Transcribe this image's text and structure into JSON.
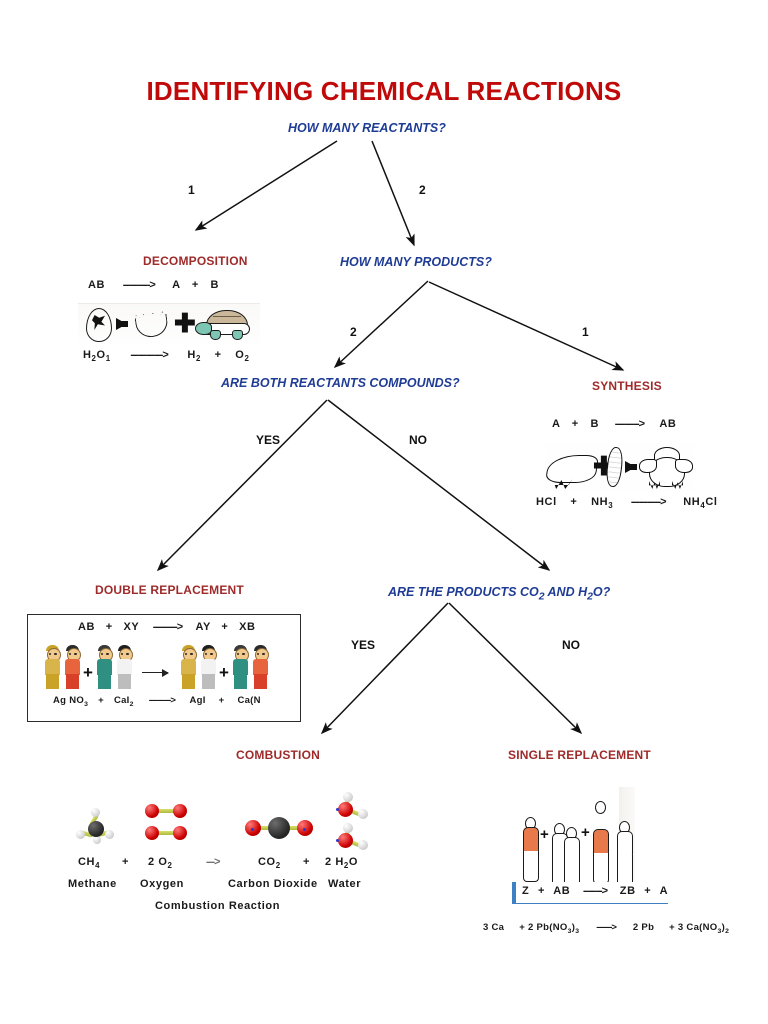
{
  "title": "IDENTIFYING CHEMICAL REACTIONS",
  "theme": {
    "title_color": "#C00A0A",
    "question_color": "#1F3C94",
    "category_color": "#9E2A2A",
    "label_color": "#111111",
    "background": "#FFFFFF"
  },
  "questions": {
    "q1": "HOW MANY REACTANTS?",
    "q2": "HOW MANY PRODUCTS?",
    "q3": "ARE BOTH REACTANTS COMPOUNDS?",
    "q4_pre": "ARE THE PRODUCTS CO",
    "q4_sub1": "2",
    "q4_mid": " AND H",
    "q4_sub2": "2",
    "q4_post": "O?"
  },
  "branch_labels": {
    "reactants_one": "1",
    "reactants_two": "2",
    "products_two": "2",
    "products_one": "1",
    "compounds_yes": "YES",
    "compounds_no": "NO",
    "co2h2o_yes": "YES",
    "co2h2o_no": "NO"
  },
  "categories": {
    "decomposition": "DECOMPOSITION",
    "synthesis": "SYNTHESIS",
    "double_replacement": "DOUBLE REPLACEMENT",
    "combustion": "COMBUSTION",
    "single_replacement": "SINGLE REPLACEMENT"
  },
  "decomposition": {
    "generic": {
      "left": "AB",
      "arrow": "---------->",
      "right_a": "A",
      "plus": "+",
      "right_b": "B"
    },
    "example": {
      "left": "H",
      "left_sub1": "2",
      "left_mid": "O",
      "left_sub2": "1",
      "arrow": "------------>",
      "p1": "H",
      "p1_sub": "2",
      "plus": "+",
      "p2": "O",
      "p2_sub": "2"
    }
  },
  "synthesis": {
    "generic": {
      "a": "A",
      "plus": "+",
      "b": "B",
      "arrow": "--------->",
      "ab": "AB"
    },
    "example": {
      "r1": "HCl",
      "plus": "+",
      "r2": "NH",
      "r2_sub": "3",
      "arrow": "----------->",
      "p1": "NH",
      "p1_sub": "4",
      "p1_end": "Cl"
    }
  },
  "double_replacement": {
    "generic": {
      "ab": "AB",
      "plus1": "+",
      "xy": "XY",
      "arrow": "--------->",
      "ay": "AY",
      "plus2": "+",
      "xb": "XB"
    },
    "example": {
      "r1": "Ag NO",
      "r1_sub": "3",
      "plus1": "+",
      "r2": "CaI",
      "r2_sub": "2",
      "arrow": "---------->",
      "p1": "AgI",
      "plus2": "+",
      "p2": "Ca(N"
    }
  },
  "combustion": {
    "reaction_label": "Combustion Reaction",
    "terms": [
      {
        "formula": "CH",
        "sub": "4",
        "name": "Methane"
      },
      {
        "formula": "2 O",
        "sub": "2",
        "name": "Oxygen"
      },
      {
        "formula": "CO",
        "sub": "2",
        "name": "Carbon Dioxide"
      },
      {
        "formula": "2 H",
        "sub": "2",
        "sub_tail": "O",
        "name": "Water"
      }
    ],
    "plus1": "+",
    "arrow": "--->",
    "plus2": "+"
  },
  "single_replacement": {
    "generic": {
      "z": "Z",
      "plus1": "+",
      "ab": "AB",
      "arrow": "------->",
      "zb": "ZB",
      "plus2": "+",
      "a": "A"
    },
    "example": {
      "r1": "3 Ca",
      "plus1": "+ 2 Pb(NO",
      "r1_sub": "3",
      "r1_tail": ")",
      "r1_sub2": "3",
      "arrow": "------->",
      "p1": "2 Pb",
      "plus2": "+ 3 Ca(NO",
      "p2_sub": "3",
      "p2_tail": ")",
      "p2_sub2": "2"
    }
  },
  "chart_data": {
    "type": "diagram",
    "diagram_kind": "decision-tree-flowchart",
    "title": "IDENTIFYING CHEMICAL REACTIONS",
    "nodes": [
      {
        "id": "q1",
        "type": "question",
        "label": "HOW MANY REACTANTS?"
      },
      {
        "id": "decomposition",
        "type": "outcome",
        "label": "DECOMPOSITION"
      },
      {
        "id": "q2",
        "type": "question",
        "label": "HOW MANY PRODUCTS?"
      },
      {
        "id": "q3",
        "type": "question",
        "label": "ARE BOTH REACTANTS COMPOUNDS?"
      },
      {
        "id": "synthesis",
        "type": "outcome",
        "label": "SYNTHESIS"
      },
      {
        "id": "double_replacement",
        "type": "outcome",
        "label": "DOUBLE REPLACEMENT"
      },
      {
        "id": "q4",
        "type": "question",
        "label": "ARE THE PRODUCTS CO2 AND H2O?"
      },
      {
        "id": "combustion",
        "type": "outcome",
        "label": "COMBUSTION"
      },
      {
        "id": "single_replacement",
        "type": "outcome",
        "label": "SINGLE REPLACEMENT"
      }
    ],
    "edges": [
      {
        "from": "q1",
        "to": "decomposition",
        "label": "1"
      },
      {
        "from": "q1",
        "to": "q2",
        "label": "2"
      },
      {
        "from": "q2",
        "to": "q3",
        "label": "2"
      },
      {
        "from": "q2",
        "to": "synthesis",
        "label": "1"
      },
      {
        "from": "q3",
        "to": "double_replacement",
        "label": "YES"
      },
      {
        "from": "q3",
        "to": "q4",
        "label": "NO"
      },
      {
        "from": "q4",
        "to": "combustion",
        "label": "YES"
      },
      {
        "from": "q4",
        "to": "single_replacement",
        "label": "NO"
      }
    ],
    "equations": [
      {
        "node": "decomposition",
        "generic": "AB ----------> A + B",
        "example": "H2O1 ------------> H2 + O2"
      },
      {
        "node": "synthesis",
        "generic": "A + B ---------> AB",
        "example": "HCl + NH3 -----------> NH4Cl"
      },
      {
        "node": "double_replacement",
        "generic": "AB + XY ---------> AY + XB",
        "example": "Ag NO3 + CaI2 ----------> AgI + Ca(N"
      },
      {
        "node": "combustion",
        "generic": "CH4 + 2 O2 ---> CO2 + 2 H2O",
        "example": "Combustion Reaction"
      },
      {
        "node": "single_replacement",
        "generic": "Z + AB -------> ZB + A",
        "example": "3 Ca + 2 Pb(NO3)3 -------> 2 Pb + 3 Ca(NO3)2"
      }
    ]
  }
}
